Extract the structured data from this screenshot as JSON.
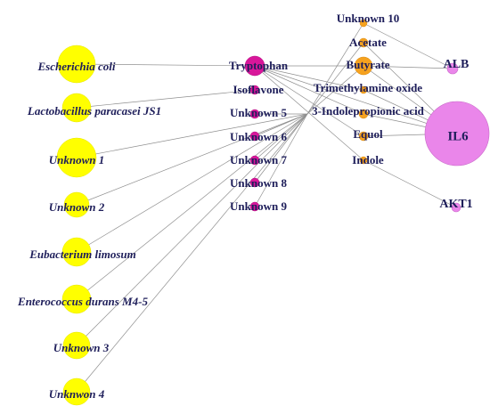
{
  "network": {
    "microbes": [
      {
        "label": "Escherichia coli"
      },
      {
        "label": "Lactobacillus paracasei JS1"
      },
      {
        "label": "Unknown 1"
      },
      {
        "label": "Unknown 2"
      },
      {
        "label": "Eubacterium limosum"
      },
      {
        "label": "Enterococcus durans M4-5"
      },
      {
        "label": "Unknown 3"
      },
      {
        "label": "Unknwon 4"
      }
    ],
    "metabolites_pink": [
      {
        "label": "Tryptophan"
      },
      {
        "label": "Isoflavone"
      },
      {
        "label": "Unknown 5"
      },
      {
        "label": "Unknown 6"
      },
      {
        "label": "Unknown 7"
      },
      {
        "label": "Unknown 8"
      },
      {
        "label": "Unknown 9"
      }
    ],
    "metabolites_orange": [
      {
        "label": "Unknown 10"
      },
      {
        "label": "Acetate"
      },
      {
        "label": "Butyrate"
      },
      {
        "label": "Trimethylamine oxide"
      },
      {
        "label": "3-Indolepropionic acid"
      },
      {
        "label": "Equol"
      },
      {
        "label": "Indole"
      }
    ],
    "targets": [
      {
        "label": "ALB"
      },
      {
        "label": "IL6"
      },
      {
        "label": "AKT1"
      }
    ],
    "colors": {
      "microbe": "#ffff00",
      "metabolite_pink": "#d8169a",
      "metabolite_orange": "#f6a21f",
      "target": "#ea86ea",
      "edge": "#8f8f8f",
      "label": "#1e1e5a"
    }
  }
}
